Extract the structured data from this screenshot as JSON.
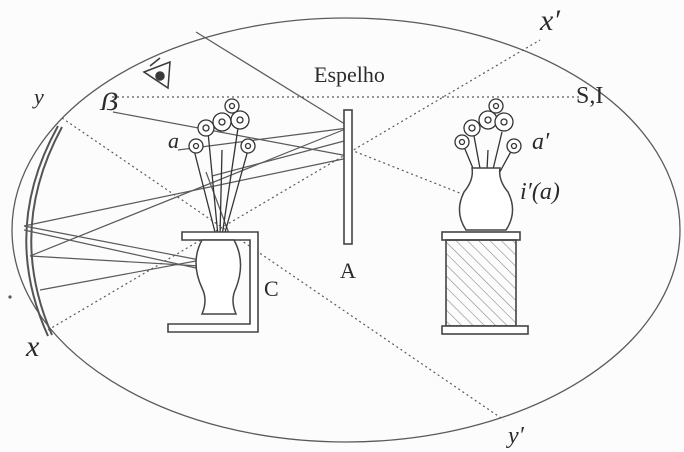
{
  "labels": {
    "mirror_title": "Espelho",
    "x_prime": "x′",
    "y": "y",
    "s_i": "S,I",
    "a": "a",
    "a_prime": "a′",
    "i_prime_a": "i′(a)",
    "mirror_A": "A",
    "C": "C",
    "x": "x",
    "y_prime": "y′"
  },
  "colors": {
    "line": "#5a5a5a",
    "ink": "#2b2b2b",
    "hatch": "#8a8a8a"
  },
  "icons": [
    "eye-icon",
    "flower-bouquet-icon",
    "vase-icon"
  ]
}
